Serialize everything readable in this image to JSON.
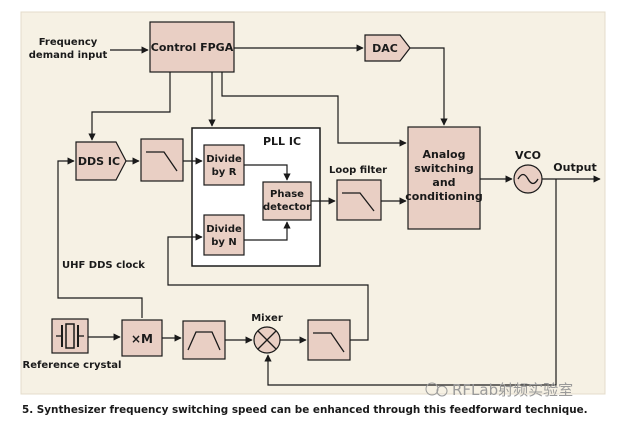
{
  "colors": {
    "panel": "#f6f1e4",
    "block": "#e9cfc4",
    "line": "#1a1a1a",
    "pll_box": "#ffffff"
  },
  "labels": {
    "freq_input_1": "Frequency",
    "freq_input_2": "demand input",
    "control_fpga": "Control FPGA",
    "dac": "DAC",
    "pll_ic": "PLL IC",
    "dds_ic": "DDS IC",
    "divide_r_1": "Divide",
    "divide_r_2": "by R",
    "divide_n_1": "Divide",
    "divide_n_2": "by N",
    "phase_1": "Phase",
    "phase_2": "detector",
    "loop_filter": "Loop filter",
    "analog_1": "Analog",
    "analog_2": "switching",
    "analog_3": "and",
    "analog_4": "conditioning",
    "vco": "VCO",
    "output": "Output",
    "uhf_clock": "UHF DDS clock",
    "mixer": "Mixer",
    "multiplier": "×M",
    "ref_crystal": "Reference crystal",
    "mixer_symbol": "⊗"
  },
  "watermark": "RFLab射频实验室",
  "caption": "5. Synthesizer frequency switching speed can be enhanced through this feedforward technique."
}
